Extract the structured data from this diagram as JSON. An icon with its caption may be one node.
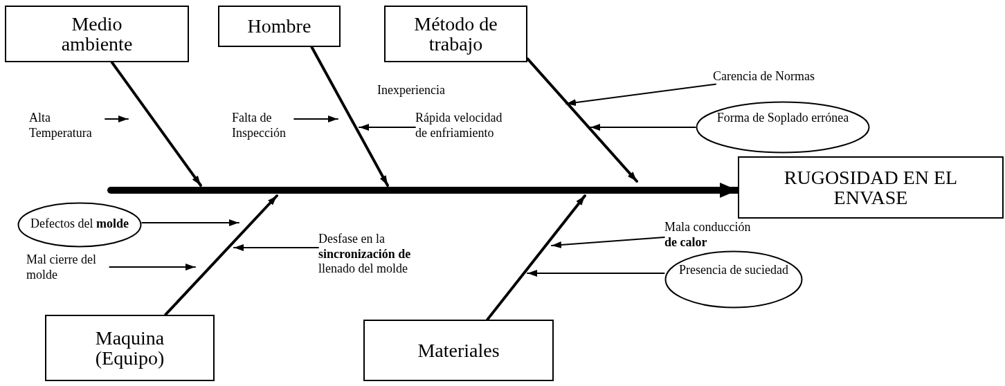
{
  "diagram": {
    "nodes": [
      {
        "text": [
          "Medio ambiente"
        ]
      },
      {
        "text": [
          "Hombre"
        ]
      },
      {
        "text": [
          "Método de trabajo"
        ]
      },
      {
        "text": [
          "Carencia de Normas"
        ]
      },
      {
        "text": [
          "Alta Temperatura"
        ]
      },
      {
        "text": [
          "Falta de Inspección"
        ]
      },
      {
        "text": [
          "Rápida velocidad de enfriamiento"
        ]
      },
      {
        "text": [
          "Forma de Soplado errónea"
        ]
      },
      {
        "text": [
          "RUGOSIDAD EN EL ENVASE"
        ]
      },
      {
        "text": [
          "Defectos del **molde**"
        ]
      },
      {
        "text": [
          "Desfase en la **sincronización de** llenado del molde"
        ]
      },
      {
        "text": [
          "Mala conducción **de calor**"
        ]
      },
      {
        "text": [
          "Mal cierre del molde"
        ]
      },
      {
        "text": [
          "Presencia de suciedad"
        ]
      },
      {
        "text": [
          "Maquina (Equipo)"
        ]
      },
      {
        "text": [
          "Materiales"
        ]
      }
    ],
    "edges": [
      {
        "from": null,
        "to": 8,
        "arrow": "to",
        "style": "thick"
      },
      {
        "from": 0,
        "to": null,
        "arrow": "to"
      },
      {
        "from": 1,
        "to": null,
        "arrow": "to"
      },
      {
        "from": 2,
        "to": null,
        "arrow": "to"
      },
      {
        "from": 14,
        "to": null,
        "arrow": "to"
      },
      {
        "from": 15,
        "to": null,
        "arrow": "to"
      },
      {
        "from": 4,
        "to": null,
        "arrow": "to"
      },
      {
        "from": 5,
        "to": null,
        "arrow": "to"
      },
      {
        "from": 6,
        "to": null,
        "arrow": "to"
      },
      {
        "from": 3,
        "to": null,
        "arrow": "to"
      },
      {
        "from": 7,
        "to": null,
        "arrow": "to"
      },
      {
        "from": 9,
        "to": null,
        "arrow": "to"
      },
      {
        "from": 12,
        "to": null,
        "arrow": "to"
      },
      {
        "from": 10,
        "to": null,
        "arrow": "to"
      },
      {
        "from": 11,
        "to": null,
        "arrow": "to"
      },
      {
        "from": 13,
        "to": null,
        "arrow": "to"
      }
    ],
    "labels": [
      "Inexperiencia"
    ]
  }
}
